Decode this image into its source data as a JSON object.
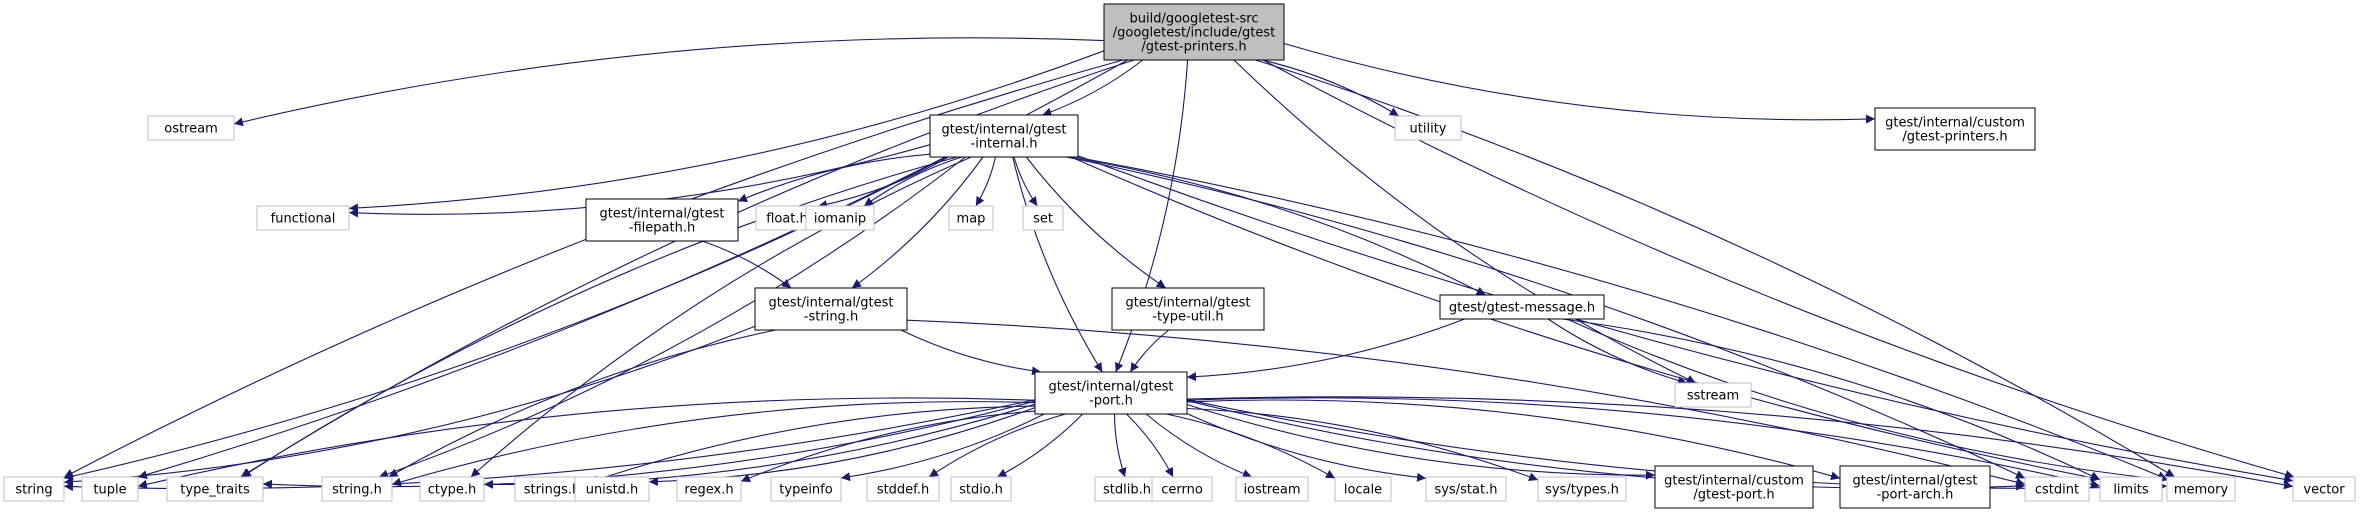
{
  "colors": {
    "edge": "#191970",
    "root_fill": "#bfbfbf",
    "root_stroke": "#000000",
    "local_stroke": "#000000",
    "system_stroke": "#bfbfbf",
    "text": "#000000",
    "background": "#ffffff"
  },
  "nodes": {
    "root": {
      "lines": [
        "build/googletest-src",
        "/googletest/include/gtest",
        "/gtest-printers.h"
      ],
      "kind": "root"
    },
    "internal": {
      "lines": [
        "gtest/internal/gtest",
        "-internal.h"
      ],
      "kind": "local"
    },
    "custom_printers": {
      "lines": [
        "gtest/internal/custom",
        "/gtest-printers.h"
      ],
      "kind": "local"
    },
    "ostream": {
      "lines": [
        "ostream"
      ],
      "kind": "system"
    },
    "utility": {
      "lines": [
        "utility"
      ],
      "kind": "system"
    },
    "functional": {
      "lines": [
        "functional"
      ],
      "kind": "system"
    },
    "filepath": {
      "lines": [
        "gtest/internal/gtest",
        "-filepath.h"
      ],
      "kind": "local"
    },
    "float_h": {
      "lines": [
        "float.h"
      ],
      "kind": "system"
    },
    "iomanip": {
      "lines": [
        "iomanip"
      ],
      "kind": "system"
    },
    "map": {
      "lines": [
        "map"
      ],
      "kind": "system"
    },
    "set": {
      "lines": [
        "set"
      ],
      "kind": "system"
    },
    "gstring": {
      "lines": [
        "gtest/internal/gtest",
        "-string.h"
      ],
      "kind": "local"
    },
    "type_util": {
      "lines": [
        "gtest/internal/gtest",
        "-type-util.h"
      ],
      "kind": "local"
    },
    "message": {
      "lines": [
        "gtest/gtest-message.h"
      ],
      "kind": "local"
    },
    "sstream": {
      "lines": [
        "sstream"
      ],
      "kind": "system"
    },
    "port": {
      "lines": [
        "gtest/internal/gtest",
        "-port.h"
      ],
      "kind": "local"
    },
    "string": {
      "lines": [
        "string"
      ],
      "kind": "system"
    },
    "tuple": {
      "lines": [
        "tuple"
      ],
      "kind": "system"
    },
    "type_traits": {
      "lines": [
        "type_traits"
      ],
      "kind": "system"
    },
    "string_h": {
      "lines": [
        "string.h"
      ],
      "kind": "system"
    },
    "ctype_h": {
      "lines": [
        "ctype.h"
      ],
      "kind": "system"
    },
    "strings_h": {
      "lines": [
        "strings.h"
      ],
      "kind": "system"
    },
    "unistd_h": {
      "lines": [
        "unistd.h"
      ],
      "kind": "system"
    },
    "regex_h": {
      "lines": [
        "regex.h"
      ],
      "kind": "system"
    },
    "typeinfo": {
      "lines": [
        "typeinfo"
      ],
      "kind": "system"
    },
    "stddef_h": {
      "lines": [
        "stddef.h"
      ],
      "kind": "system"
    },
    "stdio_h": {
      "lines": [
        "stdio.h"
      ],
      "kind": "system"
    },
    "stdlib_h": {
      "lines": [
        "stdlib.h"
      ],
      "kind": "system"
    },
    "cerrno": {
      "lines": [
        "cerrno"
      ],
      "kind": "system"
    },
    "iostream": {
      "lines": [
        "iostream"
      ],
      "kind": "system"
    },
    "locale": {
      "lines": [
        "locale"
      ],
      "kind": "system"
    },
    "sys_stat": {
      "lines": [
        "sys/stat.h"
      ],
      "kind": "system"
    },
    "sys_types": {
      "lines": [
        "sys/types.h"
      ],
      "kind": "system"
    },
    "custom_port": {
      "lines": [
        "gtest/internal/custom",
        "/gtest-port.h"
      ],
      "kind": "local"
    },
    "port_arch": {
      "lines": [
        "gtest/internal/gtest",
        "-port-arch.h"
      ],
      "kind": "local"
    },
    "cstdint": {
      "lines": [
        "cstdint"
      ],
      "kind": "system"
    },
    "limits": {
      "lines": [
        "limits"
      ],
      "kind": "system"
    },
    "memory": {
      "lines": [
        "memory"
      ],
      "kind": "system"
    },
    "vector": {
      "lines": [
        "vector"
      ],
      "kind": "system"
    }
  },
  "edges": [
    [
      "root",
      "internal"
    ],
    [
      "root",
      "ostream"
    ],
    [
      "root",
      "utility"
    ],
    [
      "root",
      "custom_printers"
    ],
    [
      "root",
      "functional"
    ],
    [
      "root",
      "sstream"
    ],
    [
      "root",
      "port"
    ],
    [
      "root",
      "string"
    ],
    [
      "root",
      "tuple"
    ],
    [
      "root",
      "type_traits"
    ],
    [
      "root",
      "memory"
    ],
    [
      "root",
      "vector"
    ],
    [
      "internal",
      "functional"
    ],
    [
      "internal",
      "filepath"
    ],
    [
      "internal",
      "float_h"
    ],
    [
      "internal",
      "iomanip"
    ],
    [
      "internal",
      "map"
    ],
    [
      "internal",
      "set"
    ],
    [
      "internal",
      "gstring"
    ],
    [
      "internal",
      "type_util"
    ],
    [
      "internal",
      "message"
    ],
    [
      "internal",
      "port"
    ],
    [
      "internal",
      "string"
    ],
    [
      "internal",
      "type_traits"
    ],
    [
      "internal",
      "string_h"
    ],
    [
      "internal",
      "ctype_h"
    ],
    [
      "internal",
      "cstdint"
    ],
    [
      "internal",
      "limits"
    ],
    [
      "internal",
      "memory"
    ],
    [
      "internal",
      "vector"
    ],
    [
      "filepath",
      "gstring"
    ],
    [
      "gstring",
      "port"
    ],
    [
      "gstring",
      "string"
    ],
    [
      "gstring",
      "string_h"
    ],
    [
      "gstring",
      "cstdint"
    ],
    [
      "type_util",
      "port"
    ],
    [
      "message",
      "port"
    ],
    [
      "message",
      "sstream"
    ],
    [
      "message",
      "limits"
    ],
    [
      "message",
      "memory"
    ],
    [
      "port",
      "string"
    ],
    [
      "port",
      "tuple"
    ],
    [
      "port",
      "type_traits"
    ],
    [
      "port",
      "string_h"
    ],
    [
      "port",
      "ctype_h"
    ],
    [
      "port",
      "strings_h"
    ],
    [
      "port",
      "unistd_h"
    ],
    [
      "port",
      "regex_h"
    ],
    [
      "port",
      "typeinfo"
    ],
    [
      "port",
      "stddef_h"
    ],
    [
      "port",
      "stdio_h"
    ],
    [
      "port",
      "stdlib_h"
    ],
    [
      "port",
      "cerrno"
    ],
    [
      "port",
      "iostream"
    ],
    [
      "port",
      "locale"
    ],
    [
      "port",
      "sys_stat"
    ],
    [
      "port",
      "sys_types"
    ],
    [
      "port",
      "custom_port"
    ],
    [
      "port",
      "port_arch"
    ],
    [
      "port",
      "cstdint"
    ],
    [
      "port",
      "limits"
    ],
    [
      "port",
      "memory"
    ],
    [
      "port",
      "vector"
    ]
  ]
}
